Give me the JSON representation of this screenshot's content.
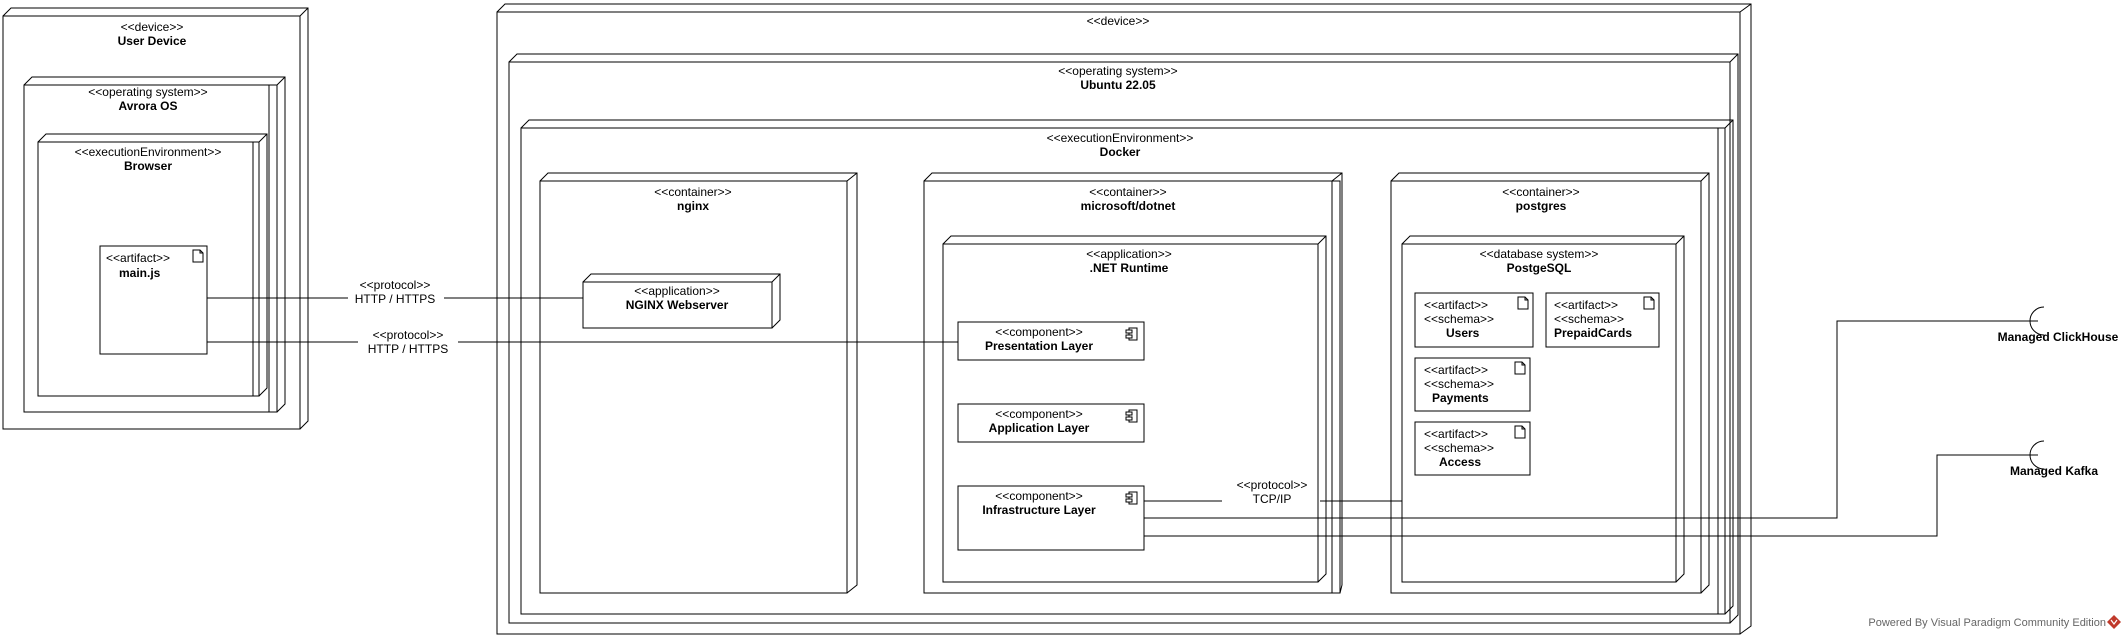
{
  "nodes": {
    "user_device": {
      "stereotype": "<<device>>",
      "name": "User Device"
    },
    "avrora_os": {
      "stereotype": "<<operating system>>",
      "name": "Avrora OS"
    },
    "browser": {
      "stereotype": "<<executionEnvironment>>",
      "name": "Browser"
    },
    "main_js": {
      "stereotype": "<<artifact>>",
      "name": "main.js"
    },
    "server": {
      "stereotype": "<<device>>"
    },
    "ubuntu": {
      "stereotype": "<<operating system>>",
      "name": "Ubuntu 22.05"
    },
    "docker": {
      "stereotype": "<<executionEnvironment>>",
      "name": "Docker"
    },
    "nginx_container": {
      "stereotype": "<<container>>",
      "name": "nginx"
    },
    "nginx_app": {
      "stereotype": "<<application>>",
      "name": "NGINX Webserver"
    },
    "dotnet_container": {
      "stereotype": "<<container>>",
      "name": "microsoft/dotnet"
    },
    "dotnet_runtime": {
      "stereotype": "<<application>>",
      "name": ".NET Runtime"
    },
    "presentation": {
      "stereotype": "<<component>>",
      "name": "Presentation Layer"
    },
    "application": {
      "stereotype": "<<component>>",
      "name": "Application Layer"
    },
    "infrastructure": {
      "stereotype": "<<component>>",
      "name": "Infrastructure Layer"
    },
    "postgres_container": {
      "stereotype": "<<container>>",
      "name": "postgres"
    },
    "postgresql": {
      "stereotype": "<<database system>>",
      "name": "PostgeSQL"
    },
    "users": {
      "stereotype1": "<<artifact>>",
      "stereotype2": "<<schema>>",
      "name": "Users"
    },
    "prepaid": {
      "stereotype1": "<<artifact>>",
      "stereotype2": "<<schema>>",
      "name": "PrepaidCards"
    },
    "payments": {
      "stereotype1": "<<artifact>>",
      "stereotype2": "<<schema>>",
      "name": "Payments"
    },
    "access": {
      "stereotype1": "<<artifact>>",
      "stereotype2": "<<schema>>",
      "name": "Access"
    }
  },
  "connectors": {
    "http1": {
      "stereotype": "<<protocol>>",
      "name": "HTTP / HTTPS"
    },
    "http2": {
      "stereotype": "<<protocol>>",
      "name": "HTTP / HTTPS"
    },
    "tcp": {
      "stereotype": "<<protocol>>",
      "name": "TCP/IP"
    }
  },
  "interfaces": {
    "clickhouse": "Managed ClickHouse",
    "kafka": "Managed Kafka"
  },
  "watermark": "Powered By Visual Paradigm Community Edition"
}
